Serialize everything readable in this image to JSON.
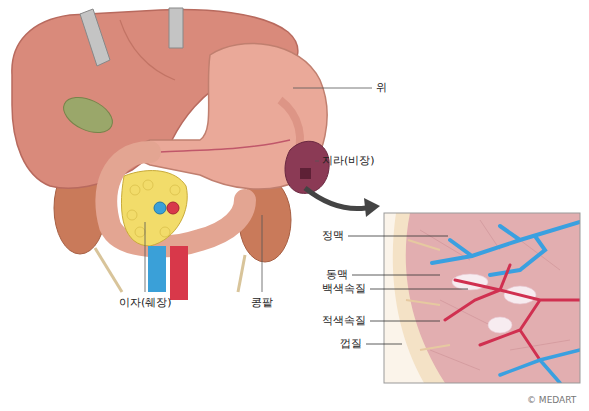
{
  "diagram": {
    "labels": [
      "위",
      "지라(비장)",
      "이자(췌장)",
      "콩팥",
      "정맥",
      "동맥",
      "백색속질",
      "적색속질",
      "껍질",
      "© MEDART"
    ]
  }
}
